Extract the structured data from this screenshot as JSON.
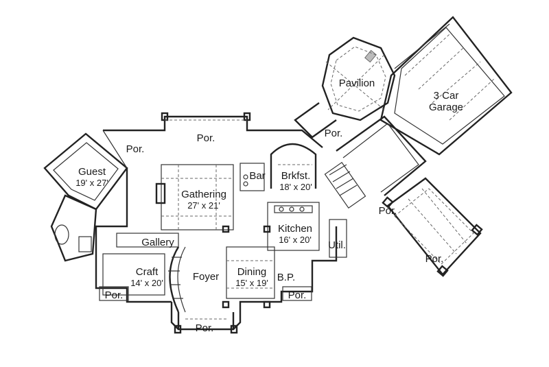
{
  "rooms": {
    "pavilion": {
      "name": "Pavilion"
    },
    "garage": {
      "name": "3 Car",
      "name2": "Garage"
    },
    "por_upper": {
      "name": "Por."
    },
    "por_left": {
      "name": "Por."
    },
    "por_mid": {
      "name": "Por."
    },
    "guest": {
      "name": "Guest",
      "dim": "19' x 27'"
    },
    "bar": {
      "name": "Bar"
    },
    "brkfst": {
      "name": "Brkfst.",
      "dim": "18' x 20'"
    },
    "gathering": {
      "name": "Gathering",
      "dim": "27' x 21'"
    },
    "kitchen": {
      "name": "Kitchen",
      "dim": "16' x 20'"
    },
    "gallery": {
      "name": "Gallery"
    },
    "util": {
      "name": "Util."
    },
    "por_small": {
      "name": "Por."
    },
    "por_right": {
      "name": "Por."
    },
    "craft": {
      "name": "Craft",
      "dim": "14' x 20'"
    },
    "foyer": {
      "name": "Foyer"
    },
    "dining": {
      "name": "Dining",
      "dim": "15' x 19'"
    },
    "bp": {
      "name": "B.P."
    },
    "por_craft": {
      "name": "Por."
    },
    "por_bp": {
      "name": "Por."
    },
    "por_front": {
      "name": "Por."
    }
  }
}
